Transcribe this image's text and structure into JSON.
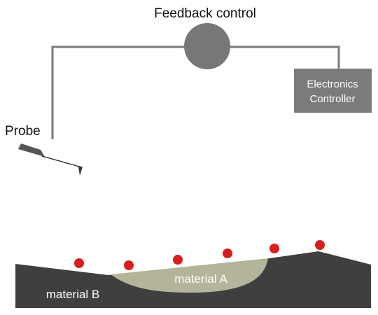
{
  "diagram": {
    "title": "Feedback control",
    "probe_label": "Probe",
    "controller_label_line1": "Electronics",
    "controller_label_line2": "Controller",
    "material_a_label": "material A",
    "material_b_label": "material B"
  },
  "colors": {
    "wire": "#7a7a7a",
    "feedback_node": "#777777",
    "controller_box": "#7b7b7b",
    "controller_text": "#ffffff",
    "substrate": "#3f3f3f",
    "material_a": "#b4b49a",
    "atom": "#d91e1e",
    "probe_body": "#555555",
    "text": "#111111"
  },
  "icons": {
    "feedback_node": "circle",
    "atom": "red-dot",
    "probe": "cantilever-tip"
  }
}
